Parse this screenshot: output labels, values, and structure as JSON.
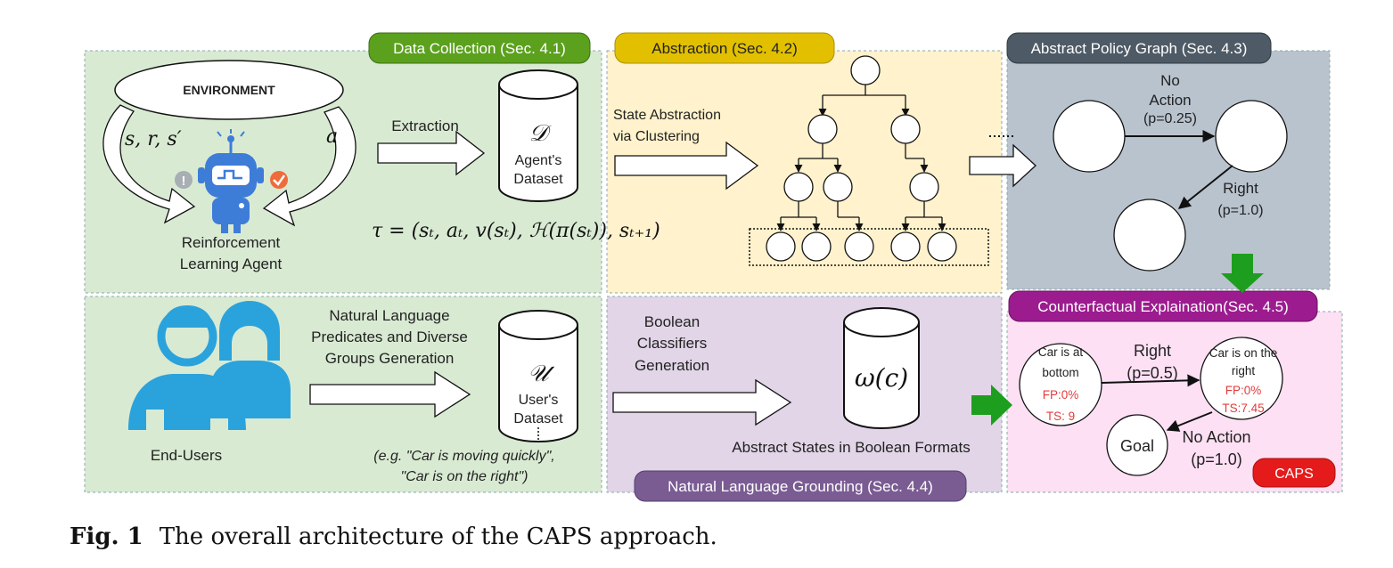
{
  "sections": {
    "data_collection": "Data Collection (Sec. 4.1)",
    "abstraction": "Abstraction (Sec. 4.2)",
    "policy_graph": "Abstract Policy Graph (Sec. 4.3)",
    "counterfactual": "Counterfactual Explaination(Sec. 4.5)",
    "grounding": "Natural Language Grounding (Sec. 4.4)"
  },
  "data_collection": {
    "environment": "ENVIRONMENT",
    "left_math": "s, r, s′",
    "right_math": "a",
    "agent_line1": "Reinforcement",
    "agent_line2": "Learning Agent",
    "extraction": "Extraction",
    "db_symbol": "𝒟",
    "db_line1": "Agent's",
    "db_line2": "Dataset",
    "tau": "τ = (sₜ, aₜ, v(sₜ), ℋ(π(sₜ)), sₜ₊₁)"
  },
  "abstraction": {
    "line1": "State Abstraction",
    "line2": "via Clustering"
  },
  "policy_graph": {
    "edge1_line1": "No",
    "edge1_line2": "Action",
    "edge1_prob": "(p=0.25)",
    "edge2_label": "Right",
    "edge2_prob": "(p=1.0)"
  },
  "users": {
    "label": "End-Users",
    "gen_line1": "Natural Language",
    "gen_line2": "Predicates and Diverse",
    "gen_line3": "Groups Generation",
    "db_symbol": "𝒰",
    "db_line1": "User's",
    "db_line2": "Dataset",
    "example_line1": "(e.g. \"Car is moving quickly\",",
    "example_line2": "\"Car is on the right\")"
  },
  "grounding": {
    "cls_line1": "Boolean",
    "cls_line2": "Classifiers",
    "cls_line3": "Generation",
    "omega": "ω(c)",
    "states": "Abstract States in Boolean Formats"
  },
  "counterfactual": {
    "node1_line1": "Car is at",
    "node1_line2": "bottom",
    "node1_fp": "FP:0%",
    "node1_ts": "TS: 9",
    "node2_line1": "Car is on the",
    "node2_line2": "right",
    "node2_fp": "FP:0%",
    "node2_ts": "TS:7.45",
    "goal": "Goal",
    "edge1_label": "Right",
    "edge1_prob": "(p=0.5)",
    "edge2_label": "No Action",
    "edge2_prob": "(p=1.0)",
    "badge": "CAPS"
  },
  "caption": {
    "label": "Fig. 1",
    "text": "The overall architecture of the CAPS approach."
  },
  "colors": {
    "green_panel": "#d9ead3",
    "yellow_panel": "#fff2cc",
    "slate_panel": "#b9c3ce",
    "purple_panel": "#e1d5e7",
    "pink_panel": "#fde0f4",
    "badge_green": "#5ba11d",
    "badge_yellow": "#e2c000",
    "badge_slate": "#4e5a66",
    "badge_purple": "#9c1c8f",
    "badge_violet": "#7a5c93",
    "badge_red": "#e51b1b",
    "agent_blue": "#3d7dd8",
    "user_blue": "#2aa3dc",
    "arrow_green": "#1e9e1e",
    "fp_red": "#e43b3b"
  }
}
